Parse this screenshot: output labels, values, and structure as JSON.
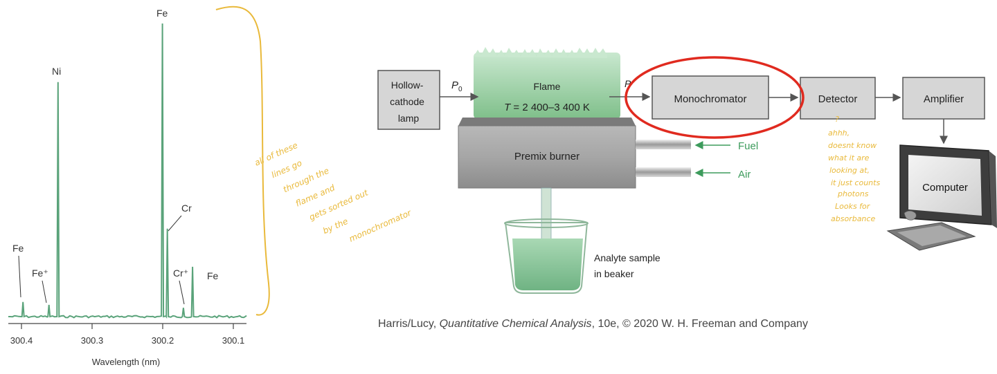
{
  "spectrum": {
    "xlabel": "Wavelength (nm)",
    "tick_labels": [
      "300.4",
      "300.3",
      "300.2",
      "300.1"
    ],
    "peak_labels": {
      "fe_main": "Fe",
      "ni": "Ni",
      "cr": "Cr",
      "fe_left": "Fe",
      "fe_plus": "Fe⁺",
      "cr_plus": "Cr⁺",
      "fe_right": "Fe"
    }
  },
  "chart_data": {
    "type": "line",
    "xlabel": "Wavelength (nm)",
    "x_reversed": true,
    "xlim": [
      300.42,
      300.08
    ],
    "ticks": [
      300.4,
      300.3,
      300.2,
      300.1
    ],
    "peaks": [
      {
        "label": "Fe",
        "x": 300.399,
        "height": 0.05
      },
      {
        "label": "Fe⁺",
        "x": 300.362,
        "height": 0.04
      },
      {
        "label": "Ni",
        "x": 300.349,
        "height": 0.8
      },
      {
        "label": "Fe",
        "x": 300.2,
        "height": 1.0
      },
      {
        "label": "Cr",
        "x": 300.193,
        "height": 0.3
      },
      {
        "label": "Cr⁺",
        "x": 300.17,
        "height": 0.03
      },
      {
        "label": "Fe",
        "x": 300.157,
        "height": 0.17
      }
    ]
  },
  "note_left": [
    "all of these",
    "lines go",
    "through the",
    "flame and",
    "gets sorted out",
    "by the",
    "monochromator"
  ],
  "instrument": {
    "lamp": [
      "Hollow-",
      "cathode",
      "lamp"
    ],
    "p0_label": "P",
    "p0_sub": "0",
    "p_label": "P",
    "flame_title": "Flame",
    "flame_temp_var": "T",
    "flame_temp_rest": " = 2 400–3 400 K",
    "monochromator": "Monochromator",
    "detector": "Detector",
    "amplifier": "Amplifier",
    "computer": "Computer",
    "burner": "Premix burner",
    "fuel": "Fuel",
    "air": "Air",
    "sample": [
      "Analyte sample",
      "in beaker"
    ]
  },
  "note_right": [
    "?",
    "ahhh,",
    "doesnt know",
    "what it are",
    "looking at,",
    "it just counts",
    "photons",
    "Looks for",
    "absorbance"
  ],
  "credit": {
    "prefix": "Harris/Lucy, ",
    "book": "Quantitative Chemical Analysis",
    "suffix": ", 10e, © 2020 W. H. Freeman and Company"
  },
  "colors": {
    "spectrum": "#5aa37a",
    "flame": "#7fbf8a",
    "label_green": "#3d9b5c",
    "highlight": "#e02a1f",
    "handwriting": "#e9b93a",
    "box_fill": "#d6d6d6",
    "burner": "#9c9c9c"
  }
}
